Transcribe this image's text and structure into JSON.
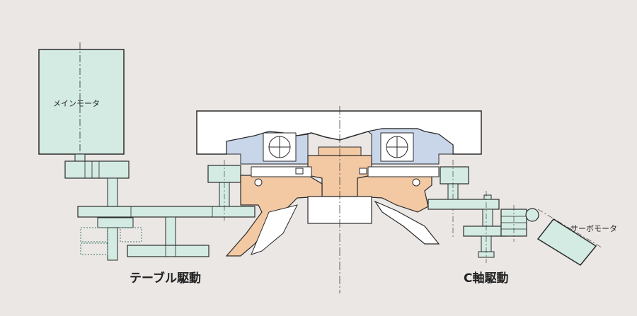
{
  "labels": {
    "main_motor": "メインモータ",
    "servo_motor": "サーボモータ",
    "table_drive": "テーブル駆動",
    "c_axis_drive": "C軸駆動"
  },
  "colors": {
    "background": "#ebe7e5",
    "gear_fill": "#d4ebe3",
    "gear_stroke": "#2b2b2b",
    "bearing_fill": "#c9d6ea",
    "bronze_fill": "#f3c9a4",
    "white_fill": "#ffffff"
  }
}
